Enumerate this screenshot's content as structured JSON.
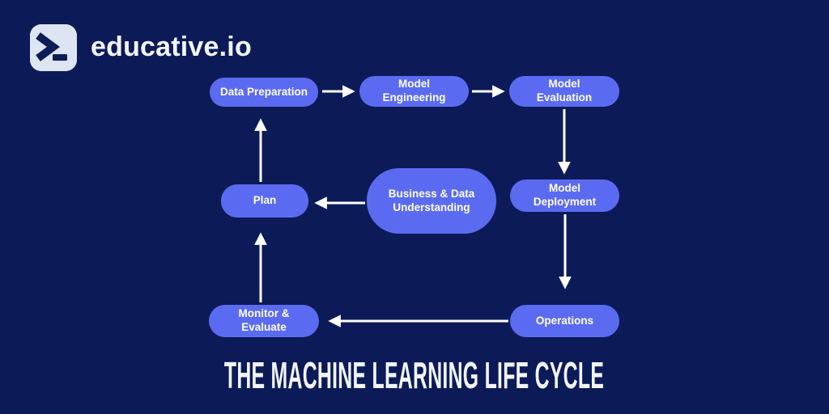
{
  "brand": {
    "name": "educative.io",
    "icon": "terminal-prompt-icon"
  },
  "title": "THE MACHINE LEARNING LIFE CYCLE",
  "colors": {
    "background": "#0c1b57",
    "node_fill": "#5b6bf1",
    "node_text": "#ffffff",
    "arrow": "#ffffff",
    "logo_square": "#dce5f1",
    "logo_glyph": "#0e1d56"
  },
  "diagram": {
    "nodes": [
      {
        "id": "data-preparation",
        "label": "Data Preparation"
      },
      {
        "id": "model-engineering",
        "label": "Model Engineering"
      },
      {
        "id": "model-evaluation",
        "label": "Model Evaluation"
      },
      {
        "id": "plan",
        "label": "Plan"
      },
      {
        "id": "business-data-understanding",
        "label": "Business & Data Understanding"
      },
      {
        "id": "model-deployment",
        "label": "Model Deployment"
      },
      {
        "id": "monitor-evaluate",
        "label": "Monitor & Evaluate"
      },
      {
        "id": "operations",
        "label": "Operations"
      }
    ],
    "edges": [
      {
        "from": "data-preparation",
        "to": "model-engineering"
      },
      {
        "from": "model-engineering",
        "to": "model-evaluation"
      },
      {
        "from": "model-evaluation",
        "to": "model-deployment"
      },
      {
        "from": "model-deployment",
        "to": "operations"
      },
      {
        "from": "operations",
        "to": "monitor-evaluate"
      },
      {
        "from": "monitor-evaluate",
        "to": "plan"
      },
      {
        "from": "business-data-understanding",
        "to": "plan"
      },
      {
        "from": "plan",
        "to": "data-preparation"
      }
    ]
  }
}
